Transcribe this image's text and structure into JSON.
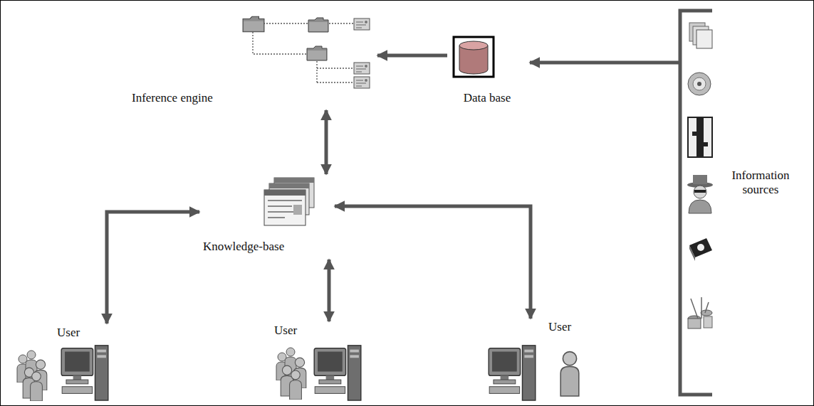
{
  "diagram": {
    "nodes": [
      {
        "text": [
          "Inference engine"
        ]
      },
      {
        "text": [
          "Data base"
        ]
      },
      {
        "text": [
          "Information sources"
        ]
      },
      {
        "text": [
          "Knowledge-base"
        ]
      },
      {
        "text": [
          "User"
        ]
      },
      {
        "text": [
          "User"
        ]
      },
      {
        "text": [
          "User"
        ]
      }
    ],
    "edges": [
      {
        "from": 2,
        "to": 1,
        "arrow": "to"
      },
      {
        "from": 1,
        "to": 0,
        "arrow": "to"
      },
      {
        "from": 0,
        "to": 3,
        "arrow": "both"
      },
      {
        "from": 3,
        "to": 4,
        "arrow": "both"
      },
      {
        "from": 3,
        "to": 5,
        "arrow": "both"
      },
      {
        "from": 3,
        "to": 6,
        "arrow": "both"
      }
    ]
  }
}
